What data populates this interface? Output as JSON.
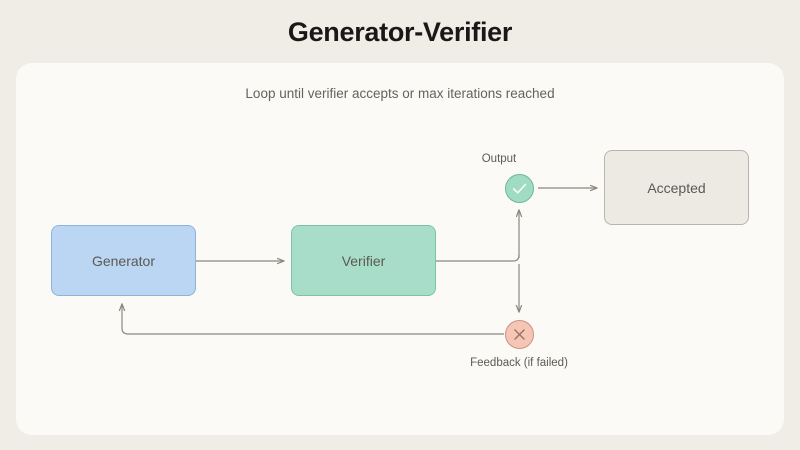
{
  "header": {
    "title": "Generator-Verifier"
  },
  "panel": {
    "subtitle": "Loop until verifier accepts or max iterations reached",
    "background_color": "#FBFAF6",
    "page_background_color": "#F0EDE6"
  },
  "diagram": {
    "type": "flowchart",
    "nodes": [
      {
        "id": "generator",
        "label": "Generator",
        "shape": "rounded-rect",
        "fill": "#BBD6F2",
        "stroke": "#8CB4DC"
      },
      {
        "id": "verifier",
        "label": "Verifier",
        "shape": "rounded-rect",
        "fill": "#A8DEC9",
        "stroke": "#7CC2A8"
      },
      {
        "id": "accepted",
        "label": "Accepted",
        "shape": "rounded-rect",
        "fill": "#EDEAE3",
        "stroke": "#B9B5AE"
      },
      {
        "id": "check",
        "label": "",
        "icon": "check-icon",
        "shape": "circle",
        "fill": "#9FDCC3",
        "stroke": "#6FB89C"
      },
      {
        "id": "cross",
        "label": "",
        "icon": "cross-icon",
        "shape": "circle",
        "fill": "#F5C5B5",
        "stroke": "#C99384"
      }
    ],
    "edges": [
      {
        "from": "generator",
        "to": "verifier",
        "label": ""
      },
      {
        "from": "verifier",
        "to": "check",
        "label": "Output"
      },
      {
        "from": "verifier",
        "to": "cross",
        "label": "Feedback (if failed)"
      },
      {
        "from": "check",
        "to": "accepted",
        "label": ""
      },
      {
        "from": "cross",
        "to": "generator",
        "label": ""
      }
    ],
    "labels": {
      "output": "Output",
      "feedback": "Feedback (if failed)"
    },
    "edge_color": "#8A8780"
  }
}
